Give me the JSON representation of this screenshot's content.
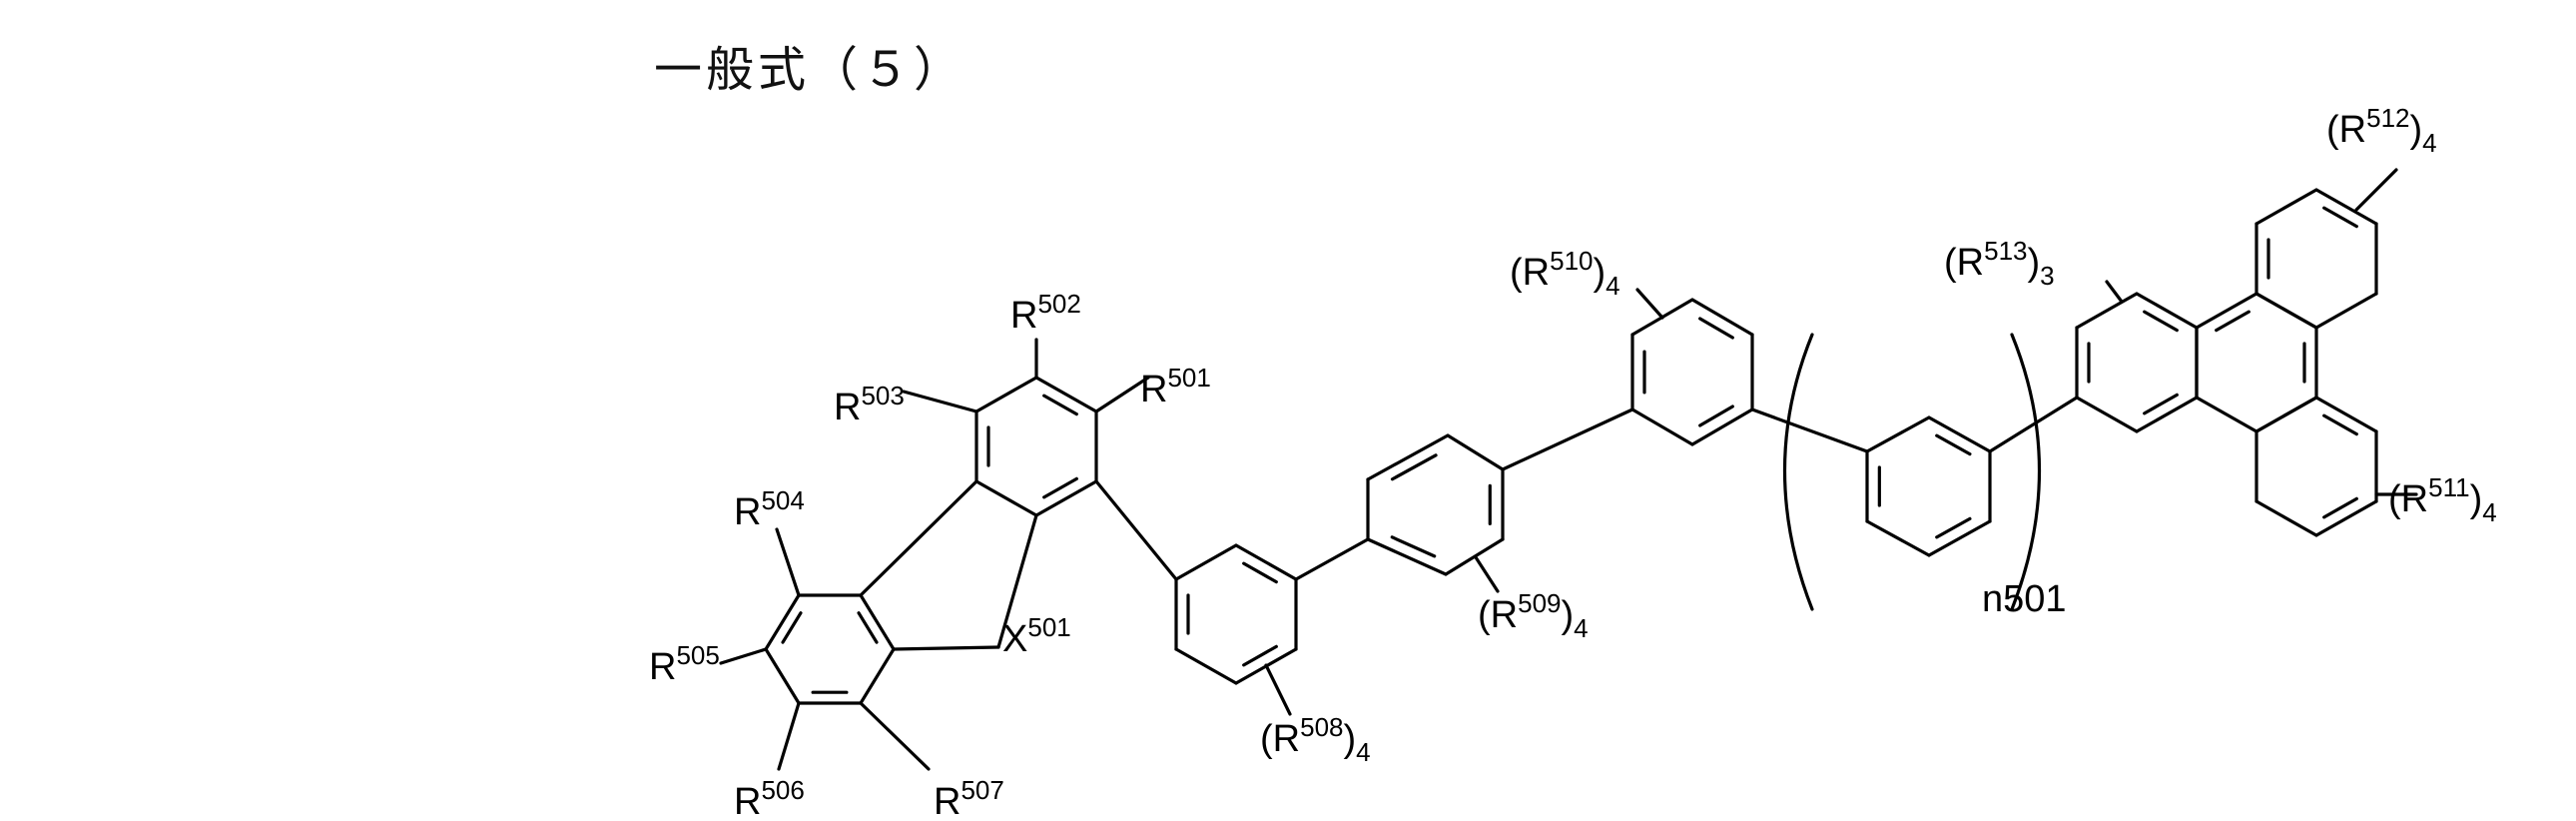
{
  "title": "一般式（５）",
  "labels": {
    "R501": {
      "base": "R",
      "sup": "501"
    },
    "R502": {
      "base": "R",
      "sup": "502"
    },
    "R503": {
      "base": "R",
      "sup": "503"
    },
    "R504": {
      "base": "R",
      "sup": "504"
    },
    "R505": {
      "base": "R",
      "sup": "505"
    },
    "R506": {
      "base": "R",
      "sup": "506"
    },
    "R507": {
      "base": "R",
      "sup": "507"
    },
    "X501": {
      "base": "X",
      "sup": "501"
    },
    "R508": {
      "open": "(R",
      "sup": "508",
      "close": ")",
      "sub": "4"
    },
    "R509": {
      "open": "(R",
      "sup": "509",
      "close": ")",
      "sub": "4"
    },
    "R510": {
      "open": "(R",
      "sup": "510",
      "close": ")",
      "sub": "4"
    },
    "R511": {
      "open": "(R",
      "sup": "511",
      "close": ")",
      "sub": "4"
    },
    "R512": {
      "open": "(R",
      "sup": "512",
      "close": ")",
      "sub": "4"
    },
    "R513": {
      "open": "(R",
      "sup": "513",
      "close": ")",
      "sub": "3"
    },
    "n501": "n501"
  }
}
